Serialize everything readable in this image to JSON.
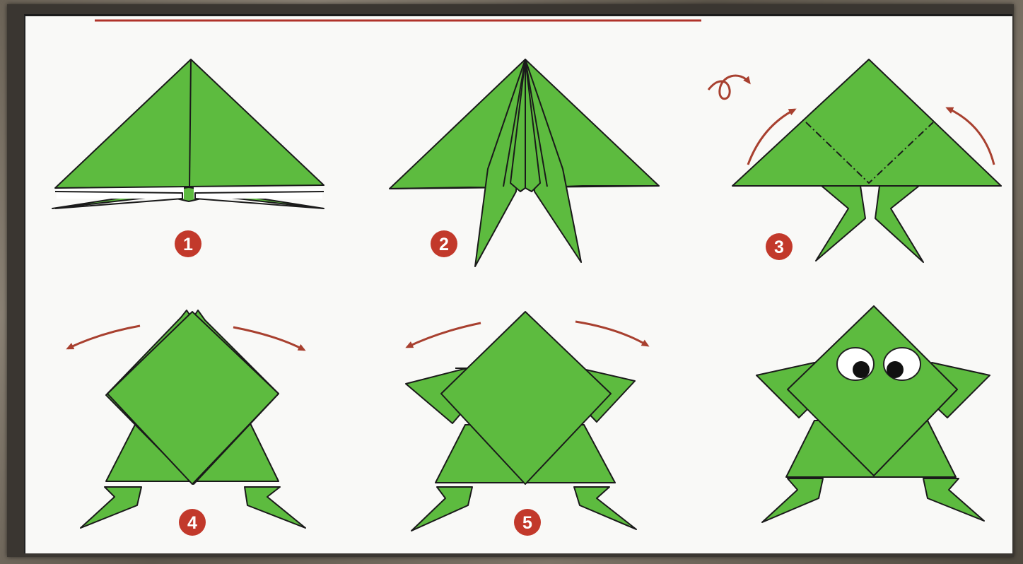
{
  "colors": {
    "paper_green": "#5dbb3f",
    "fold_line": "#1a1a1a",
    "arrow_red": "#a8402f",
    "badge_red": "#c2392b",
    "eye_white": "#ffffff",
    "pupil": "#111111"
  },
  "steps": [
    {
      "number": "1"
    },
    {
      "number": "2"
    },
    {
      "number": "3"
    },
    {
      "number": "4"
    },
    {
      "number": "5"
    }
  ],
  "icons": {
    "flip_over": "flip-over-icon",
    "fold_arrow": "fold-arrow-icon"
  }
}
